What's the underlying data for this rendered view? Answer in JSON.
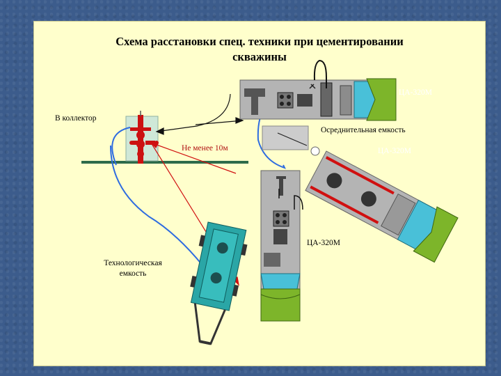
{
  "title_line1": "Схема расстановки спец. техники при цементировании",
  "title_line2": "скважины",
  "labels": {
    "collector": "В коллектор",
    "min_distance": "Не менее 10м",
    "averaging_tank": "Осреднительная емкость",
    "pump_unit": "ЦА-320М",
    "tech_tank_line1": "Технологическая",
    "tech_tank_line2": "емкость",
    "truck_top_label": "ЦА-320М",
    "truck_right_label": "ЦА-320М"
  },
  "colors": {
    "slide_bg": "#ffffcc",
    "truck_body": "#b4b4b4",
    "cabin_green": "#7db52a",
    "tank_teal": "#2aa6a6",
    "hose_blue": "#2e6ce0",
    "distance_red": "#d01010",
    "wellhead_red": "#cc1111"
  }
}
